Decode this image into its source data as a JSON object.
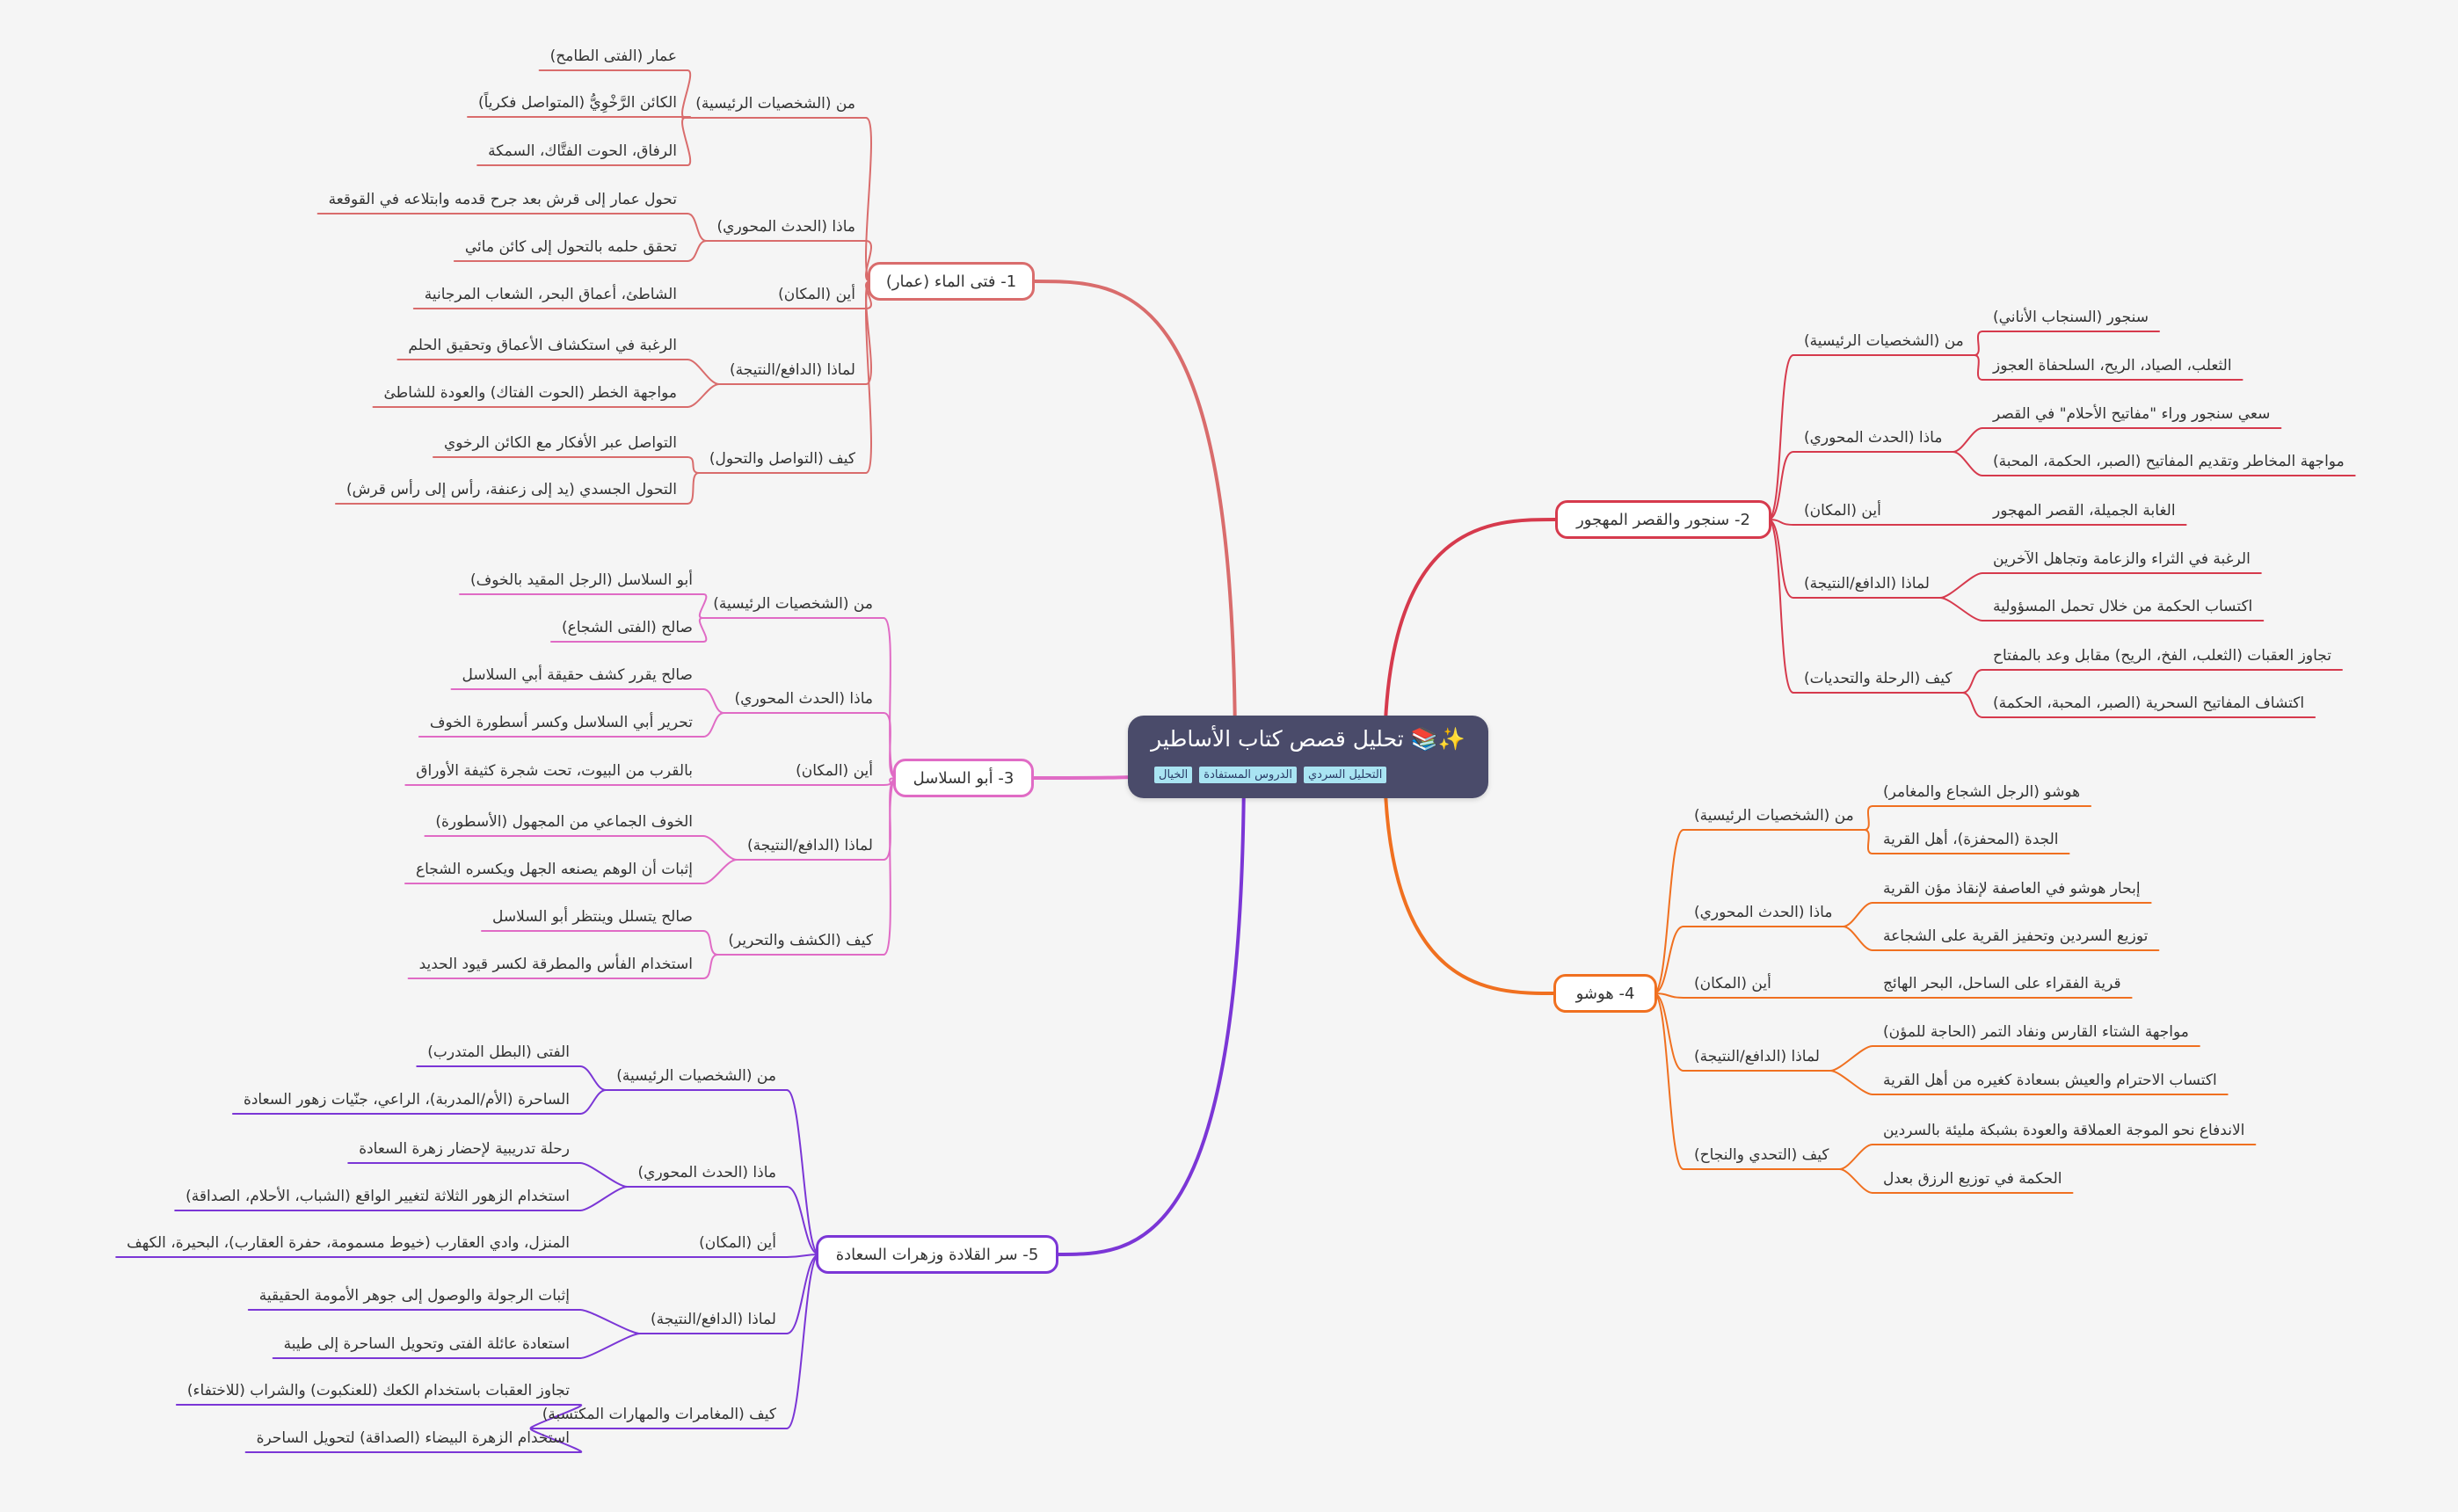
{
  "root": {
    "title": "✨📚 تحليل قصص كتاب الأساطير",
    "tags": [
      "التحليل السردي",
      "الدروس المستفادة",
      "الخيال"
    ]
  },
  "colors": {
    "background": "#f5f5f5",
    "root_fill": "#4a4b6a",
    "tag_fill": "#a9e4f2",
    "branch1": "#d96c6c",
    "branch2": "#d63a4d",
    "branch3": "#e06bc5",
    "branch4": "#f07020",
    "branch5": "#7b36d6"
  },
  "branches": [
    {
      "label": "1- فتى الماء (عمار)",
      "color": "#d96c6c",
      "children": [
        {
          "label": "من (الشخصيات الرئيسية)",
          "children": [
            {
              "label": "عمار (الفتى الطامح)"
            },
            {
              "label": "الكائن الرَّخْوِيُّ (المتواصل فكرياً)"
            },
            {
              "label": "الرفاق، الحوت الفتَّاك، السمكة"
            }
          ]
        },
        {
          "label": "ماذا (الحدث المحوري)",
          "children": [
            {
              "label": "تحول عمار إلى قرش بعد جرح قدمه وابتلاعه في القوقعة"
            },
            {
              "label": "تحقق حلمه بالتحول إلى كائن مائي"
            }
          ]
        },
        {
          "label": "أين (المكان)",
          "children": [
            {
              "label": "الشاطئ، أعماق البحر، الشعاب المرجانية"
            }
          ]
        },
        {
          "label": "لماذا (الدافع/النتيجة)",
          "children": [
            {
              "label": "الرغبة في استكشاف الأعماق وتحقيق الحلم"
            },
            {
              "label": "مواجهة الخطر (الحوت الفتاك) والعودة للشاطئ"
            }
          ]
        },
        {
          "label": "كيف (التواصل والتحول)",
          "children": [
            {
              "label": "التواصل عبر الأفكار مع الكائن الرخوي"
            },
            {
              "label": "التحول الجسدي (يد إلى زعنفة، رأس إلى رأس قرش)"
            }
          ]
        }
      ]
    },
    {
      "label": "2- سنجور والقصر المهجور",
      "color": "#d63a4d",
      "children": [
        {
          "label": "من (الشخصيات الرئيسية)",
          "children": [
            {
              "label": "سنجور (السنجاب الأناني)"
            },
            {
              "label": "الثعلب، الصياد، الريح، السلحفاة العجوز"
            }
          ]
        },
        {
          "label": "ماذا (الحدث المحوري)",
          "children": [
            {
              "label": "سعي سنجور وراء \"مفاتيح الأحلام\" في القصر"
            },
            {
              "label": "مواجهة المخاطر وتقديم المفاتيح (الصبر، الحكمة، المحبة)"
            }
          ]
        },
        {
          "label": "أين (المكان)",
          "children": [
            {
              "label": "الغابة الجميلة، القصر المهجور"
            }
          ]
        },
        {
          "label": "لماذا (الدافع/النتيجة)",
          "children": [
            {
              "label": "الرغبة في الثراء والزعامة وتجاهل الآخرين"
            },
            {
              "label": "اكتساب الحكمة من خلال تحمل المسؤولية"
            }
          ]
        },
        {
          "label": "كيف (الرحلة والتحديات)",
          "children": [
            {
              "label": "تجاوز العقبات (الثعلب، الفخ، الريح) مقابل وعد بالمفتاح"
            },
            {
              "label": "اكتشاف المفاتيح السحرية (الصبر، المحبة، الحكمة)"
            }
          ]
        }
      ]
    },
    {
      "label": "3- أبو السلاسل",
      "color": "#e06bc5",
      "children": [
        {
          "label": "من (الشخصيات الرئيسية)",
          "children": [
            {
              "label": "أبو السلاسل (الرجل المقيد بالخوف)"
            },
            {
              "label": "صالح (الفتى الشجاع)"
            }
          ]
        },
        {
          "label": "ماذا (الحدث المحوري)",
          "children": [
            {
              "label": "صالح يقرر كشف حقيقة أبي السلاسل"
            },
            {
              "label": "تحرير أبي السلاسل وكسر أسطورة الخوف"
            }
          ]
        },
        {
          "label": "أين (المكان)",
          "children": [
            {
              "label": "بالقرب من البيوت، تحت شجرة كثيفة الأوراق"
            }
          ]
        },
        {
          "label": "لماذا (الدافع/النتيجة)",
          "children": [
            {
              "label": "الخوف الجماعي من المجهول (الأسطورة)"
            },
            {
              "label": "إثبات أن الوهم يصنعه الجهل ويكسره الشجاع"
            }
          ]
        },
        {
          "label": "كيف (الكشف والتحرير)",
          "children": [
            {
              "label": "صالح يتسلل وينتظر أبو السلاسل"
            },
            {
              "label": "استخدام الفأس والمطرقة لكسر قيود الحديد"
            }
          ]
        }
      ]
    },
    {
      "label": "4- هوشو",
      "color": "#f07020",
      "children": [
        {
          "label": "من (الشخصيات الرئيسية)",
          "children": [
            {
              "label": "هوشو (الرجل الشجاع والمغامر)"
            },
            {
              "label": "الجدة (المحفزة)، أهل القرية"
            }
          ]
        },
        {
          "label": "ماذا (الحدث المحوري)",
          "children": [
            {
              "label": "إبحار هوشو في العاصفة لإنقاذ مؤن القرية"
            },
            {
              "label": "توزيع السردين وتحفيز القرية على الشجاعة"
            }
          ]
        },
        {
          "label": "أين (المكان)",
          "children": [
            {
              "label": "قرية الفقراء على الساحل، البحر الهائج"
            }
          ]
        },
        {
          "label": "لماذا (الدافع/النتيجة)",
          "children": [
            {
              "label": "مواجهة الشتاء القارس ونفاد التمر (الحاجة للمؤن)"
            },
            {
              "label": "اكتساب الاحترام والعيش بسعادة كغيره من أهل القرية"
            }
          ]
        },
        {
          "label": "كيف (التحدي والنجاح)",
          "children": [
            {
              "label": "الاندفاع نحو الموجة العملاقة والعودة بشبكة مليئة بالسردين"
            },
            {
              "label": "الحكمة في توزيع الرزق بعدل"
            }
          ]
        }
      ]
    },
    {
      "label": "5- سر القلادة وزهرات السعادة",
      "color": "#7b36d6",
      "children": [
        {
          "label": "من (الشخصيات الرئيسية)",
          "children": [
            {
              "label": "الفتى (البطل المتدرب)"
            },
            {
              "label": "الساحرة (الأم/المدربة)، الراعي، جنّيات زهور السعادة"
            }
          ]
        },
        {
          "label": "ماذا (الحدث المحوري)",
          "children": [
            {
              "label": "رحلة تدريبية لإحضار زهرة السعادة"
            },
            {
              "label": "استخدام الزهور الثلاثة لتغيير الواقع (الشباب، الأحلام، الصداقة)"
            }
          ]
        },
        {
          "label": "أين (المكان)",
          "children": [
            {
              "label": "المنزل، وادي العقارب (خيوط مسمومة، حفرة العقارب)، البحيرة، الكهف"
            }
          ]
        },
        {
          "label": "لماذا (الدافع/النتيجة)",
          "children": [
            {
              "label": "إثبات الرجولة والوصول إلى جوهر الأمومة الحقيقية"
            },
            {
              "label": "استعادة عائلة الفتى وتحويل الساحرة إلى طيبة"
            }
          ]
        },
        {
          "label": "كيف (المغامرات والمهارات المكتسبة)",
          "children": [
            {
              "label": "تجاوز العقبات باستخدام الكعك (للعنكبوت) والشراب (للاختفاء)"
            },
            {
              "label": "استخدام الزهرة البيضاء (الصداقة) لتحويل الساحرة"
            }
          ]
        }
      ]
    }
  ]
}
